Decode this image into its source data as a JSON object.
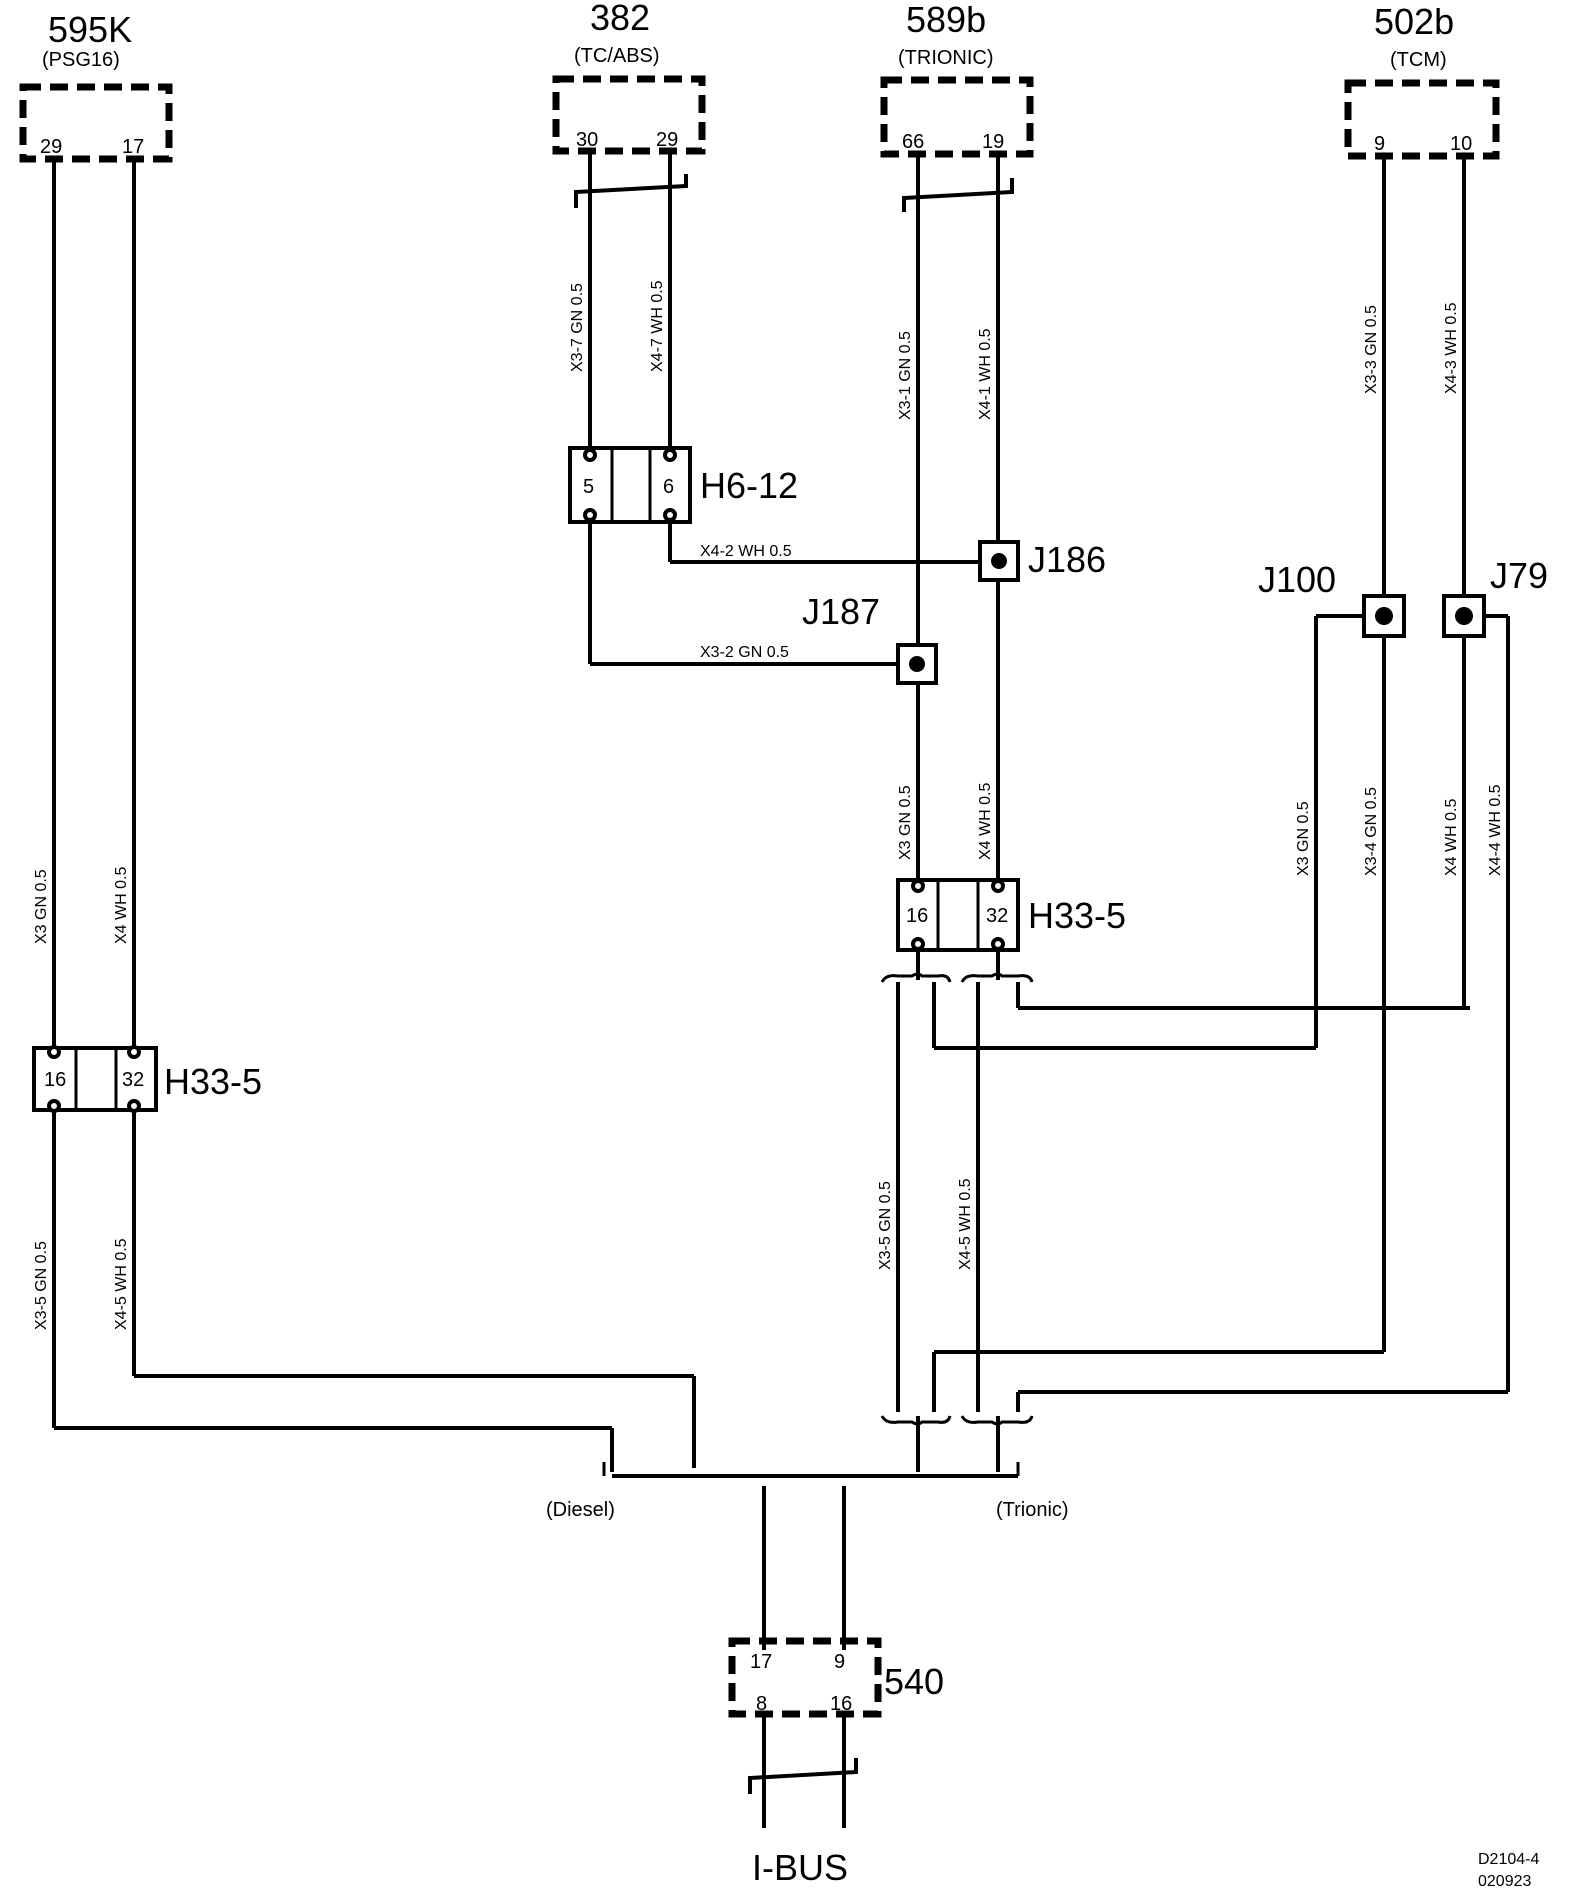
{
  "components": {
    "c595k": {
      "id": "595K",
      "name": "(PSG16)",
      "pin_a": "29",
      "pin_b": "17"
    },
    "c382": {
      "id": "382",
      "name": "(TC/ABS)",
      "pin_a": "30",
      "pin_b": "29"
    },
    "c589b": {
      "id": "589b",
      "name": "(TRIONIC)",
      "pin_a": "66",
      "pin_b": "19"
    },
    "c502b": {
      "id": "502b",
      "name": "(TCM)",
      "pin_a": "9",
      "pin_b": "10"
    },
    "c540": {
      "id": "540",
      "pin_tl": "17",
      "pin_tr": "9",
      "pin_bl": "8",
      "pin_br": "16"
    }
  },
  "connectors": {
    "h6_12": {
      "label": "H6-12",
      "pin_a": "5",
      "pin_b": "6"
    },
    "h33_5_left": {
      "label": "H33-5",
      "pin_a": "16",
      "pin_b": "32"
    },
    "h33_5_mid": {
      "label": "H33-5",
      "pin_a": "16",
      "pin_b": "32"
    }
  },
  "junctions": {
    "j186": "J186",
    "j187": "J187",
    "j100": "J100",
    "j79": "J79"
  },
  "wires": {
    "w382_a": "X3-7   GN   0.5",
    "w382_b": "X4-7   WH   0.5",
    "w589_a": "X3-1   GN   0.5",
    "w589_b": "X4-1   WH   0.5",
    "w502_a": "X3-3   GN   0.5",
    "w502_b": "X4-3   WH   0.5",
    "w_x42": "X4-2    WH    0.5",
    "w_x32": "X3-2    GN    0.5",
    "w_mid_a": "X3   GN   0.5",
    "w_mid_b": "X4   WH   0.5",
    "w_j100_l": "X3   GN   0.5",
    "w_j100_r": "X3-4   GN   0.5",
    "w_j79_l": "X4   WH   0.5",
    "w_j79_r": "X4-4   WH   0.5",
    "w_left_a": "X3   GN   0.5",
    "w_left_b": "X4   WH   0.5",
    "w_left_c": "X3-5   GN   0.5",
    "w_left_d": "X4-5   WH   0.5",
    "w_mid_c": "X3-5   GN   0.5",
    "w_mid_d": "X4-5   WH   0.5"
  },
  "variants": {
    "diesel": "(Diesel)",
    "trionic": "(Trionic)"
  },
  "bus_label": "I-BUS",
  "footer": {
    "code": "D2104-4",
    "date": "020923"
  }
}
